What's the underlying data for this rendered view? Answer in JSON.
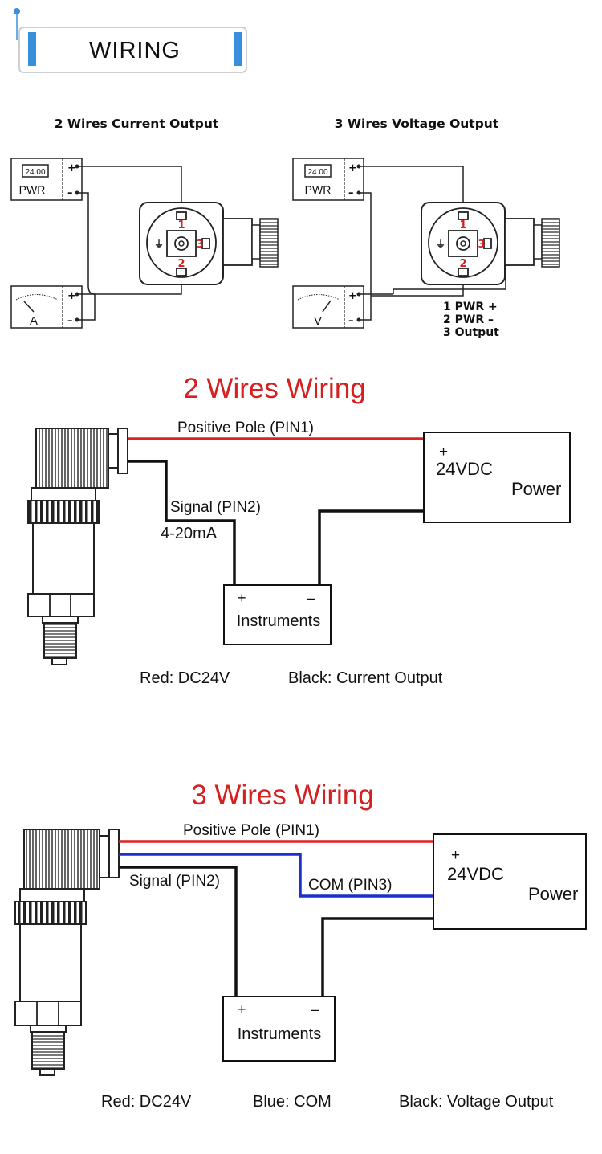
{
  "header": {
    "title": "WIRING",
    "accent": "#3a8fdc"
  },
  "top_diagrams": {
    "left": {
      "title": "2 Wires Current Output",
      "pwr_display": "24.00",
      "pwr_label": "PWR",
      "meter_label": "A",
      "pin1": "1",
      "pin2": "2",
      "pin3": "3"
    },
    "right": {
      "title": "3 Wires Voltage Output",
      "pwr_display": "24.00",
      "pwr_label": "PWR",
      "meter_label": "V",
      "pin1": "1",
      "pin2": "2",
      "pin3": "3",
      "legend": [
        "1 PWR +",
        "2 PWR –",
        "3 Output"
      ]
    },
    "terminal_plus": "+",
    "terminal_minus": "–"
  },
  "two_wire": {
    "title": "2 Wires Wiring",
    "positive_label": "Positive Pole (PIN1)",
    "signal_label": "Signal (PIN2)",
    "current_label": "4-20mA",
    "power_plus": "+",
    "power_voltage": "24VDC",
    "power_label": "Power",
    "instr_plus": "+",
    "instr_minus": "–",
    "instr_label": "Instruments",
    "legend_red": "Red: DC24V",
    "legend_black": "Black: Current Output"
  },
  "three_wire": {
    "title": "3 Wires Wiring",
    "positive_label": "Positive Pole (PIN1)",
    "signal_label": "Signal (PIN2)",
    "com_label": "COM (PIN3)",
    "power_plus": "+",
    "power_voltage": "24VDC",
    "power_label": "Power",
    "instr_plus": "+",
    "instr_minus": "–",
    "instr_label": "Instruments",
    "legend_red": "Red: DC24V",
    "legend_blue": "Blue: COM",
    "legend_black": "Black: Voltage Output"
  },
  "colors": {
    "red_wire": "#e02020",
    "blue_wire": "#1a2fd0",
    "title_red": "#d61f1f",
    "pin_red": "#d61f1f"
  }
}
